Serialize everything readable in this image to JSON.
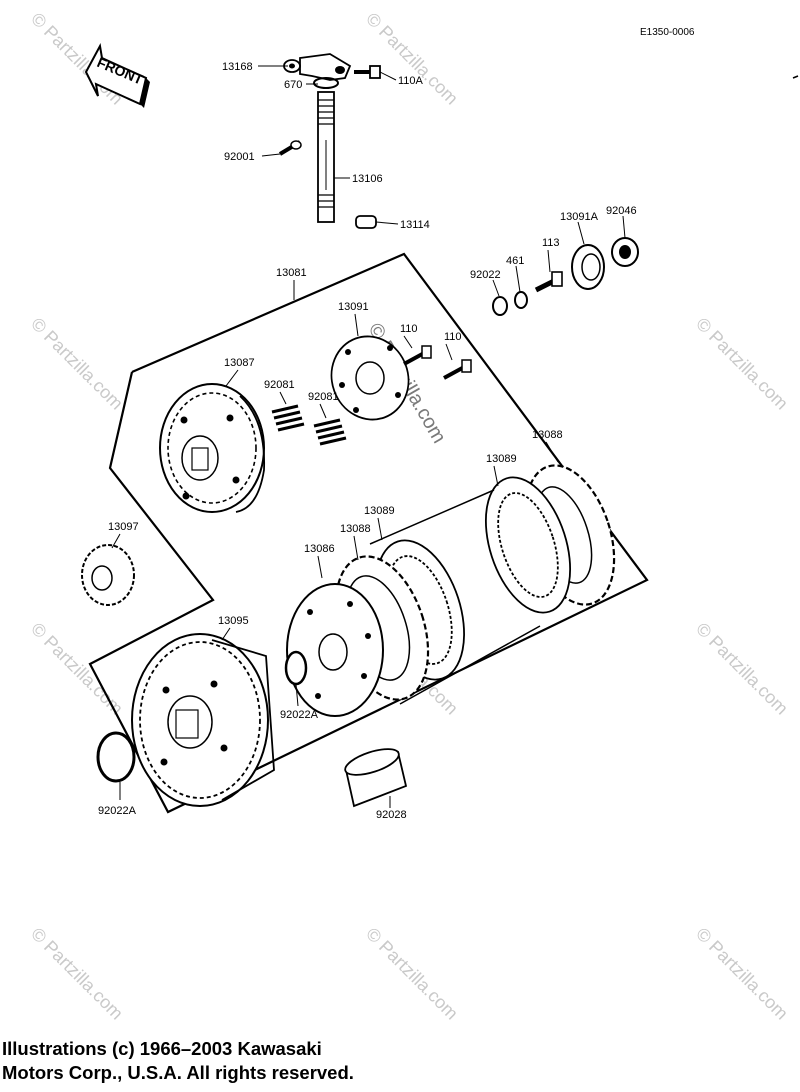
{
  "diagram_code": "E1350-0006",
  "front_label": "FRONT",
  "watermark": "© Partzilla.com",
  "parts": [
    {
      "id": "p13168",
      "label": "13168"
    },
    {
      "id": "p670",
      "label": "670"
    },
    {
      "id": "p110A",
      "label": "110A"
    },
    {
      "id": "p92001",
      "label": "92001"
    },
    {
      "id": "p13106",
      "label": "13106"
    },
    {
      "id": "p13114",
      "label": "13114"
    },
    {
      "id": "p13091A",
      "label": "13091A"
    },
    {
      "id": "p92046",
      "label": "92046"
    },
    {
      "id": "p113",
      "label": "113"
    },
    {
      "id": "p461",
      "label": "461"
    },
    {
      "id": "p92022",
      "label": "92022"
    },
    {
      "id": "p13081",
      "label": "13081"
    },
    {
      "id": "p13091",
      "label": "13091"
    },
    {
      "id": "p110a",
      "label": "110"
    },
    {
      "id": "p110b",
      "label": "110"
    },
    {
      "id": "p13087",
      "label": "13087"
    },
    {
      "id": "p92081a",
      "label": "92081"
    },
    {
      "id": "p92081b",
      "label": "92081"
    },
    {
      "id": "p13088a",
      "label": "13088"
    },
    {
      "id": "p13089a",
      "label": "13089"
    },
    {
      "id": "p13089b",
      "label": "13089"
    },
    {
      "id": "p13088b",
      "label": "13088"
    },
    {
      "id": "p13086",
      "label": "13086"
    },
    {
      "id": "p13097",
      "label": "13097"
    },
    {
      "id": "p13095",
      "label": "13095"
    },
    {
      "id": "p92022A1",
      "label": "92022A"
    },
    {
      "id": "p92022A2",
      "label": "92022A"
    },
    {
      "id": "p92028",
      "label": "92028"
    }
  ],
  "copyright": {
    "line1": "Illustrations (c) 1966–2003 Kawasaki",
    "line2": "Motors Corp., U.S.A.  All rights reserved."
  }
}
